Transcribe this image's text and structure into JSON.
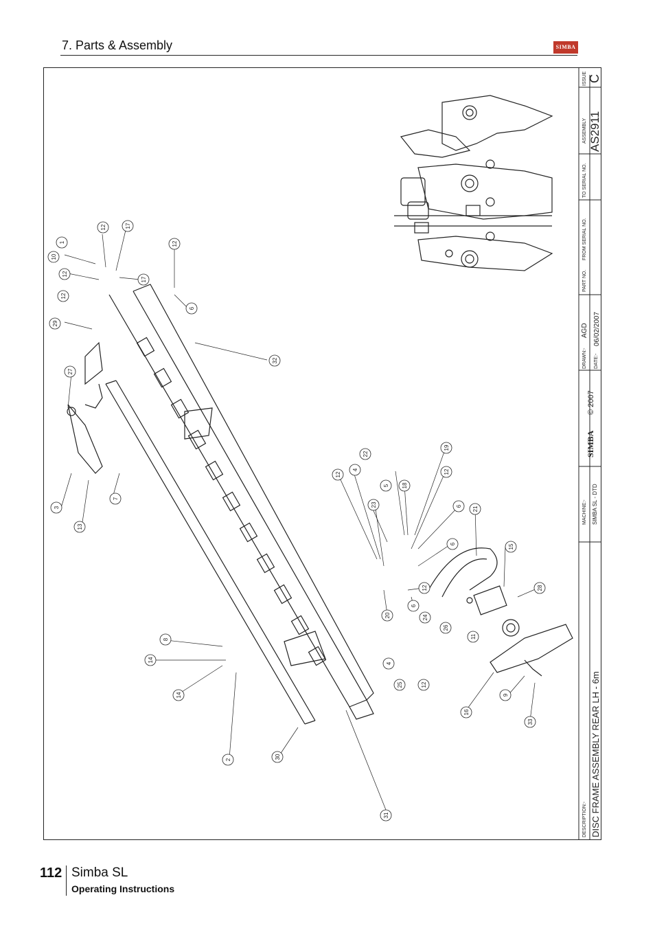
{
  "header": {
    "section_title": "7. Parts & Assembly",
    "logo_text": "SIMBA"
  },
  "title_block": {
    "description_label": "DESCRIPTION:-",
    "description": "DISC FRAME ASSEMBLY REAR LH - 6m",
    "machine_label": "MACHINE:-",
    "machine": "SIMBA SL - DTD",
    "brand": "SIMBA",
    "copyright": "© 2007",
    "drawn_label": "DRAWN:-",
    "drawn_by": "AGD",
    "date_label": "DATE:-",
    "date": "06/02/2007",
    "part_no_label": "PART NO.",
    "from_serial_label": "FROM SERIAL NO.",
    "to_serial_label": "TO SERIAL NO.",
    "assembly_label": "ASSEMBLY",
    "assembly_no": "AS2911",
    "issue_label": "ISSUE",
    "issue": "C"
  },
  "callouts": [
    "1",
    "10",
    "12",
    "17",
    "12",
    "17",
    "12",
    "12",
    "6",
    "29",
    "32",
    "27",
    "3",
    "13",
    "7",
    "22",
    "4",
    "5",
    "23",
    "12",
    "18",
    "19",
    "12",
    "6",
    "6",
    "21",
    "15",
    "12",
    "6",
    "20",
    "24",
    "26",
    "28",
    "11",
    "8",
    "14",
    "14",
    "4",
    "25",
    "12",
    "9",
    "16",
    "33",
    "2",
    "30",
    "31"
  ],
  "footer": {
    "page_number": "112",
    "model": "Simba SL",
    "subtitle": "Operating Instructions"
  },
  "colors": {
    "ink": "#222222",
    "brand_red": "#c0392b"
  }
}
